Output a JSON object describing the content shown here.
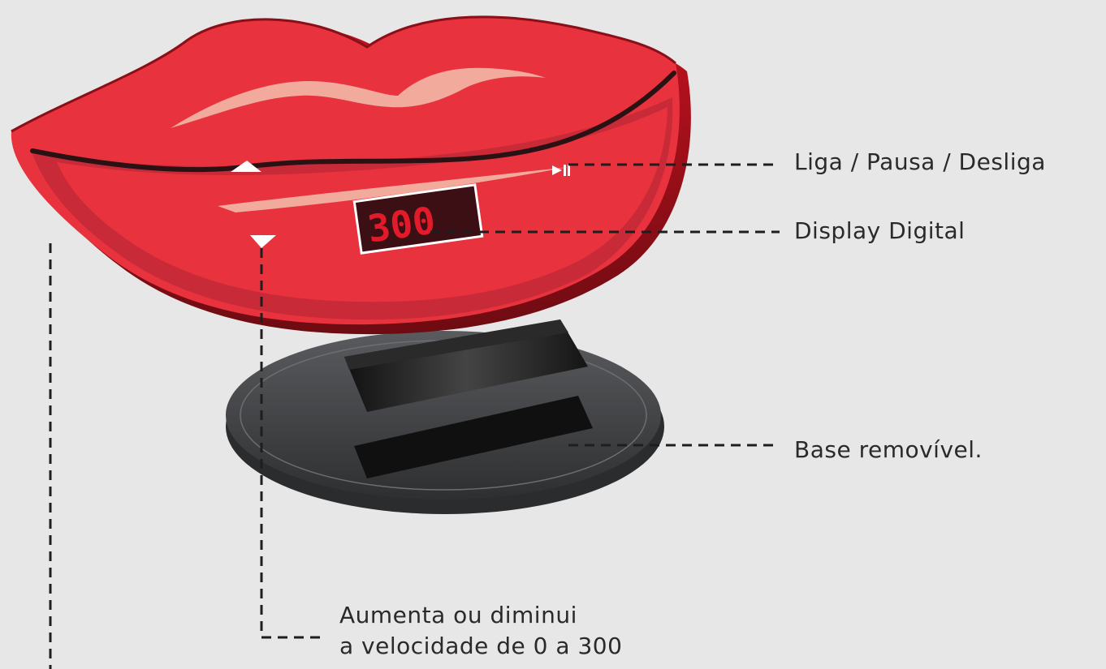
{
  "product": {
    "display_value": "300"
  },
  "callouts": {
    "power": "Liga / Pausa / Desliga",
    "display": "Display Digital",
    "base": "Base removível.",
    "speed_line1": "Aumenta ou diminui",
    "speed_line2": "a velocidade de 0 a 300"
  },
  "icons": {
    "up": "triangle-up-icon",
    "down": "triangle-down-icon",
    "play_pause": "play-pause-icon"
  },
  "colors": {
    "background": "#e6e7e6",
    "lip_red": "#e8323e",
    "lip_dark": "#b3222e",
    "highlight": "#f2aa9c",
    "base": "#3a3b3d",
    "text": "#2a2a2a"
  }
}
